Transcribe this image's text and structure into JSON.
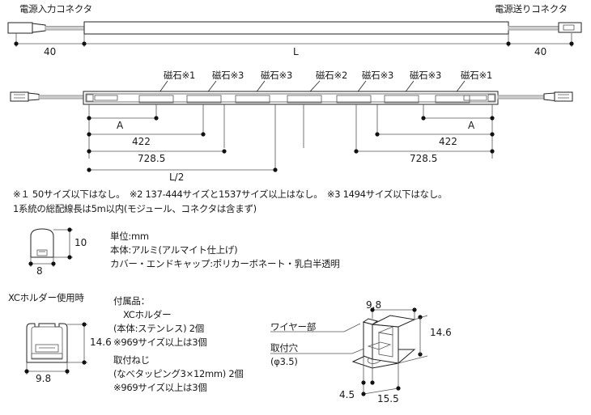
{
  "diagram_top": {
    "label_left": "電源入力コネクタ",
    "label_right": "電源送りコネクタ",
    "dim_left": "40",
    "dim_center": "L",
    "dim_right": "40"
  },
  "diagram_magnets": {
    "labels": [
      "磁石※1",
      "磁石※3",
      "磁石※3",
      "磁石※2",
      "磁石※3",
      "磁石※3",
      "磁石※1"
    ],
    "dims_left": {
      "a": "A",
      "d422": "422",
      "d7285": "728.5",
      "half": "L/2"
    },
    "dims_right": {
      "a": "A",
      "d422": "422",
      "d7285": "728.5"
    }
  },
  "notes": {
    "line1": "※１ 50サイズ以下はなし。　※2 137-444サイズと1537サイズ以上はなし。　※3 1494サイズ以下はなし。",
    "line2": "1系統の総配線長は5m以内(モジュール、コネクタは含まず)"
  },
  "profile": {
    "width_dim": "8",
    "height_dim": "10"
  },
  "specs": {
    "unit": "単位:mm",
    "body": "本体:アルミ(アルマイト仕上げ)",
    "cover": "カバー・エンドキャップ:ポリカーボネート・乳白半透明"
  },
  "holder": {
    "title": "XCホルダー使用時",
    "width_dim": "9.8",
    "height_dim": "14.6"
  },
  "accessories": {
    "heading": "付属品：",
    "item1_name": "XCホルダー",
    "item1_detail": "(本体:ステンレス) 2個",
    "item1_note": "※969サイズ以上は3個",
    "item2_name": "取付ねじ",
    "item2_detail": "(なべタッピング3×12mm) 2個",
    "item2_note": "※969サイズ以上は3個"
  },
  "wire_part": {
    "label_wire": "ワイヤー部",
    "label_hole": "取付穴",
    "label_hole_sub": "(φ3.5)",
    "dim_top": "9.8",
    "dim_right": "14.6",
    "dim_left": "4.5",
    "dim_bottom": "15.5"
  }
}
